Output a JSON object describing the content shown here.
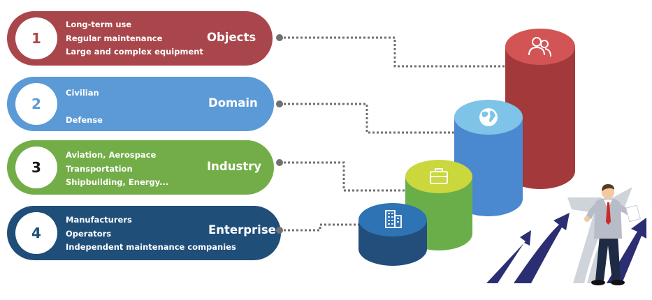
{
  "colors": {
    "objects": "#a9464b",
    "domain": "#5b9ad6",
    "industry": "#72ad47",
    "enterprise": "#1f4e79",
    "connector": "#707070"
  },
  "items": [
    {
      "number": "1",
      "title": "Objects",
      "color": "#a9464b",
      "lines": [
        "Long-term use",
        "Regular maintenance",
        "Large and complex equipment"
      ],
      "icon": "people-icon"
    },
    {
      "number": "2",
      "title": "Domain",
      "color": "#5b9ad6",
      "lines": [
        "Civilian",
        "",
        "Defense"
      ],
      "icon": "globe-icon"
    },
    {
      "number": "3",
      "title": "Industry",
      "color": "#72ad47",
      "lines": [
        "Aviation, Aerospace",
        "Transportation",
        "Shipbuilding, Energy..."
      ],
      "icon": "briefcase-icon"
    },
    {
      "number": "4",
      "title": "Enterprise",
      "color": "#1f4e79",
      "lines": [
        "Manufacturers",
        "Operators",
        "Independent maintenance companies"
      ],
      "icon": "building-icon"
    }
  ]
}
